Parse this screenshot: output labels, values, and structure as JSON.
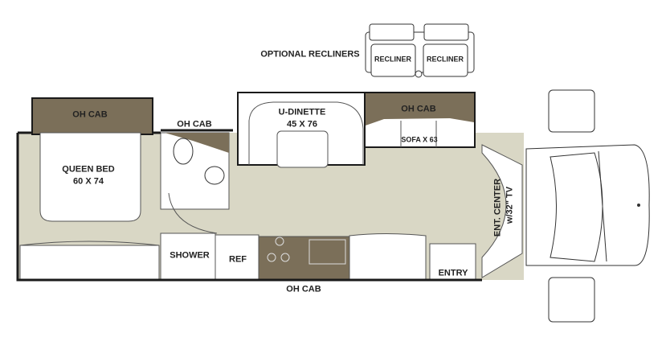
{
  "colors": {
    "floor": "#d9d7c5",
    "cabinet": "#7b6f59",
    "wall": "#1a1a1a",
    "furniture": "#ffffff"
  },
  "labels": {
    "optional_recliners": "OPTIONAL RECLINERS",
    "recliner_left": "RECLINER",
    "recliner_right": "RECLINER",
    "bedroom_oh_cab": "OH CAB",
    "bath_oh_cab": "OH CAB",
    "dinette_title": "U-DINETTE",
    "dinette_size": "45 X 76",
    "sofa_oh_cab": "OH CAB",
    "sofa": "SOFA X 63",
    "bed_title": "QUEEN BED",
    "bed_size": "60 X 74",
    "shower": "SHOWER",
    "ref": "REF",
    "kitchen_oh_cab": "OH CAB",
    "entry": "ENTRY",
    "ent_center": "ENT. CENTER",
    "ent_center_tv": "w/32\" TV"
  }
}
